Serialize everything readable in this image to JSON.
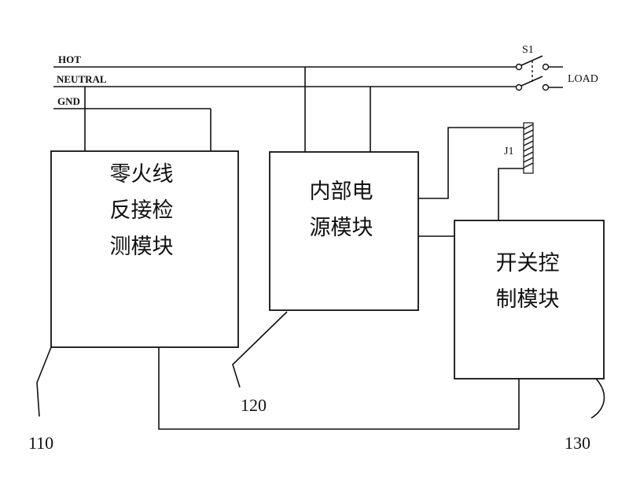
{
  "lines": {
    "hot": "HOT",
    "neutral": "NEUTRAL",
    "gnd": "GND"
  },
  "switch": {
    "label": "S1",
    "load": "LOAD"
  },
  "connector": {
    "label": "J1"
  },
  "modules": [
    {
      "id": "110",
      "lines": [
        "零火线",
        "反接检",
        "测模块"
      ]
    },
    {
      "id": "120",
      "lines": [
        "内部电",
        "源模块"
      ]
    },
    {
      "id": "130",
      "lines": [
        "开关控",
        "制模块"
      ]
    }
  ],
  "refs": {
    "m1": "110",
    "m2": "120",
    "m3": "130"
  }
}
